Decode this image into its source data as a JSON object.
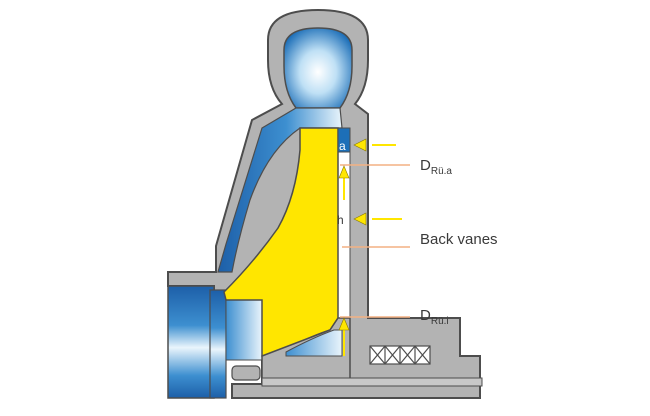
{
  "labels": {
    "a": "a",
    "h": "h",
    "d_outer_main": "D",
    "d_outer_sub": "Rü.a",
    "back_vanes": "Back vanes",
    "d_inner_main": "D",
    "d_inner_sub": "Rü.i"
  },
  "colors": {
    "casing_fill": "#b3b3b3",
    "casing_stroke": "#4d4d4d",
    "impeller_fill": "#ffe600",
    "fluid_blue": "#1d6fb8",
    "arrow_yellow": "#ffe600",
    "leader_orange": "#f3b183",
    "label_text": "#3a3a3a"
  }
}
